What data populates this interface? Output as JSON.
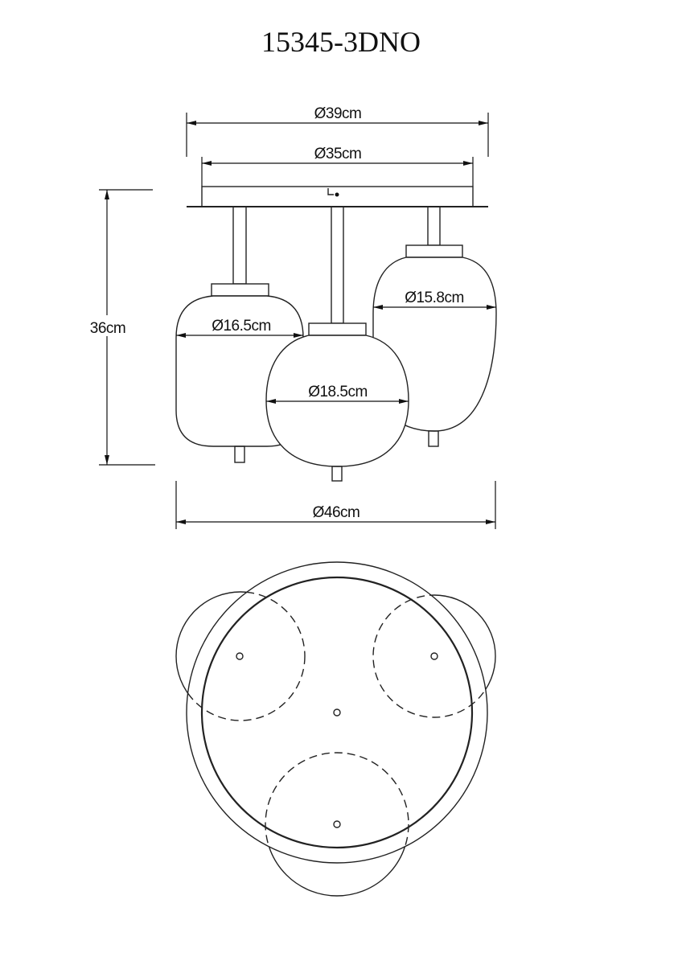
{
  "title": "15345-3DNO",
  "dimensions": {
    "outer_plate_diameter": "Ø39cm",
    "canopy_diameter": "Ø35cm",
    "height": "36cm",
    "left_shade_diameter": "Ø16.5cm",
    "middle_shade_diameter": "Ø18.5cm",
    "right_shade_diameter": "Ø15.8cm",
    "overall_diameter": "Ø46cm"
  }
}
